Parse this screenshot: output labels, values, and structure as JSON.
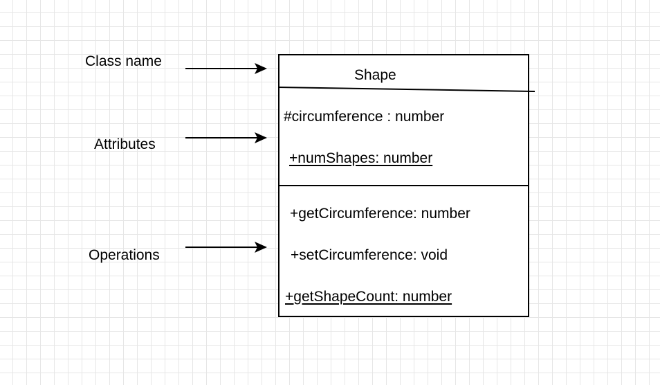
{
  "labels": {
    "class_name": "Class name",
    "attributes": "Attributes",
    "operations": "Operations"
  },
  "uml_class": {
    "name": "Shape",
    "attributes": [
      {
        "text": "#circumference : number",
        "static": false
      },
      {
        "text": "+numShapes: number",
        "static": true
      }
    ],
    "operations": [
      {
        "text": "+getCircumference: number",
        "static": false
      },
      {
        "text": "+setCircumference: void",
        "static": false
      },
      {
        "text": "+getShapeCount: number",
        "static": true
      }
    ]
  },
  "colors": {
    "line": "#000000",
    "grid": "#e6e6e6",
    "background": "#ffffff"
  }
}
